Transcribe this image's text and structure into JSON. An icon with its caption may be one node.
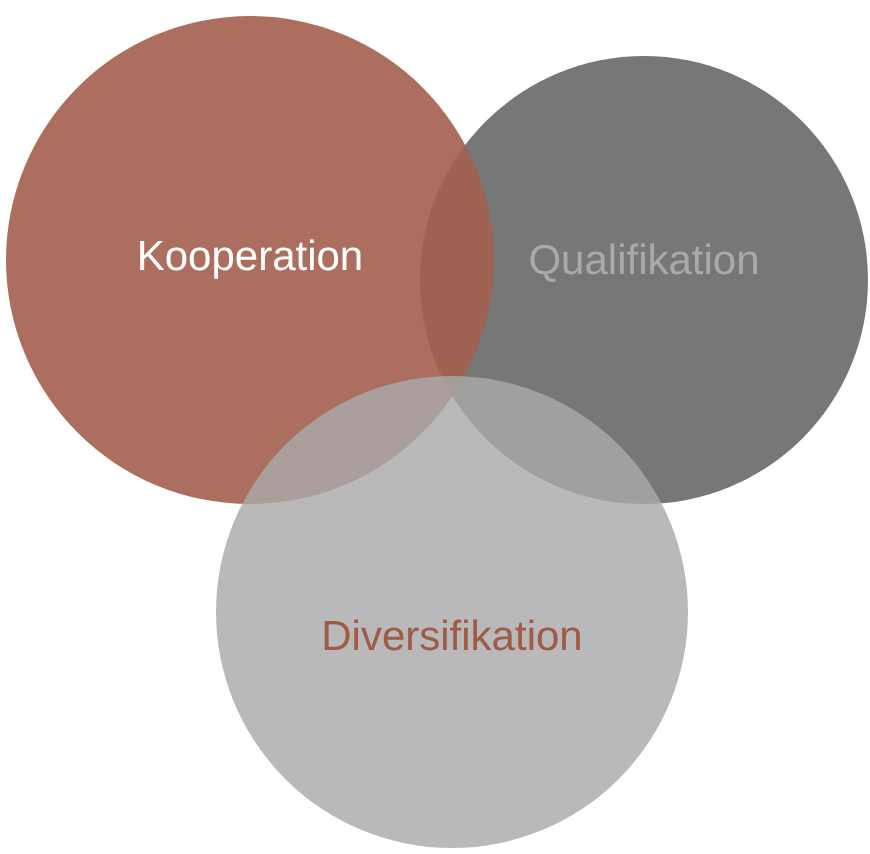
{
  "diagram": {
    "nodes": [
      {
        "text": [
          "Kooperation"
        ]
      },
      {
        "text": [
          "Qualifikation"
        ]
      },
      {
        "text": [
          "Diversifikation"
        ]
      }
    ]
  }
}
